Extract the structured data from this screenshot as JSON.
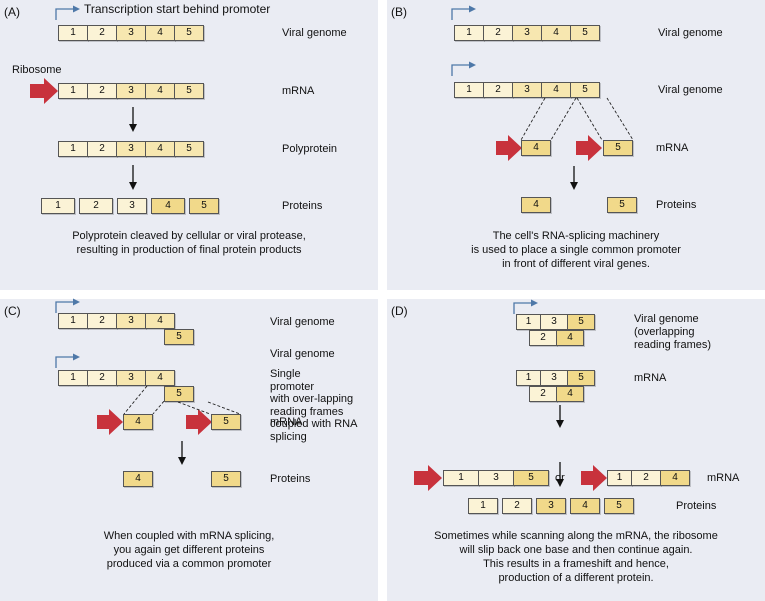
{
  "panel_a": {
    "label": "(A)",
    "start_label": "Transcription start behind promoter",
    "genome_label": "Viral genome",
    "ribosome_label": "Ribosome",
    "mrna_label": "mRNA",
    "polyprotein_label": "Polyprotein",
    "proteins_label": "Proteins",
    "segments": [
      "1",
      "2",
      "3",
      "4",
      "5"
    ],
    "caption": [
      "Polyprotein cleaved by cellular or viral protease,",
      "resulting in production of final protein products"
    ]
  },
  "panel_b": {
    "label": "(B)",
    "genome_label_1": "Viral genome",
    "genome_label_2": "Viral genome",
    "mrna_label": "mRNA",
    "proteins_label": "Proteins",
    "segments": [
      "1",
      "2",
      "3",
      "4",
      "5"
    ],
    "spliced": [
      "4",
      "5"
    ],
    "caption": [
      "The cell's RNA-splicing machinery",
      "is used to place a single common promoter",
      "in front of different viral genes."
    ]
  },
  "panel_c": {
    "label": "(C)",
    "genome_label_1": "Viral genome",
    "genome_label_2": "Viral genome",
    "overlap_label": [
      "Single",
      "promoter",
      "with over-lapping",
      "reading frames",
      "coupled with RNA",
      "splicing"
    ],
    "mrna_label": "mRNA",
    "proteins_label": "Proteins",
    "segments": [
      "1",
      "2",
      "3",
      "4"
    ],
    "offset_segment": "5",
    "spliced": [
      "4",
      "5"
    ],
    "caption": [
      "When coupled with mRNA splicing,",
      "you again get different proteins",
      "produced via a common promoter"
    ]
  },
  "panel_d": {
    "label": "(D)",
    "genome_label": [
      "Viral genome",
      "(overlapping",
      "reading frames)"
    ],
    "mrna_label_1": "mRNA",
    "or_label": "or",
    "mrna_label_2": "mRNA",
    "proteins_label": "Proteins",
    "frame_top": [
      "1",
      "3",
      "5"
    ],
    "frame_bottom": [
      "2",
      "4"
    ],
    "mrna_a": [
      "1",
      "3",
      "5"
    ],
    "mrna_b": [
      "1",
      "2",
      "4"
    ],
    "proteins": [
      "1",
      "2",
      "3",
      "4",
      "5"
    ],
    "caption": [
      "Sometimes while scanning along the mRNA, the ribosome",
      "will slip back one base and then continue again.",
      "This results in a frameshift and hence,",
      "production of a different protein."
    ]
  },
  "colors": {
    "panel_bg": "#eaecf3",
    "box_fill": "#f1d98a",
    "box_light": "#fbf3d6",
    "ribosome_arrow": "#c8323c",
    "promoter_arrow": "#4e78a8"
  }
}
